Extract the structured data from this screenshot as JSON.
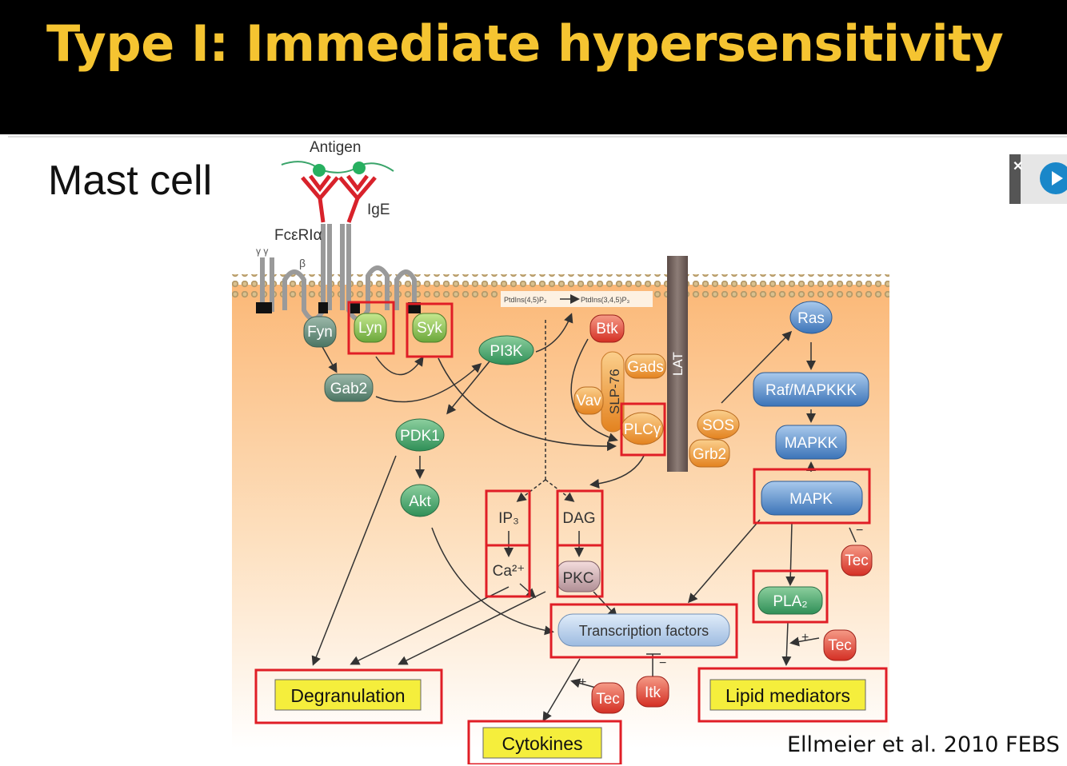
{
  "title": "Type I: Immediate hypersensitivity",
  "subtitle": "Mast cell",
  "citation": "Ellmeier et al. 2010 FEBS",
  "colors": {
    "title": "#f5c431",
    "box_highlight": "#e01e26",
    "cell_fill": "#fbc58a",
    "outcome_fill": "#f5ee3c"
  },
  "diagram": {
    "antigen": "Antigen",
    "ige": "IgE",
    "receptor": "FcεRIα",
    "beta": "β",
    "gamma": "γ γ",
    "lipid1": "PtdIns(4,5)P₂",
    "lipid2": "PtdIns(3,4,5)P₃",
    "lat": "LAT",
    "slp76": "SLP-76",
    "nodes": {
      "fyn": "Fyn",
      "lyn": "Lyn",
      "syk": "Syk",
      "gab2": "Gab2",
      "pi3k": "PI3K",
      "pdk1": "PDK1",
      "akt": "Akt",
      "btk": "Btk",
      "gads": "Gads",
      "vav": "Vav",
      "plc": "PLCγ",
      "sos": "SOS",
      "grb2": "Grb2",
      "ras": "Ras",
      "raf": "Raf/MAPKKK",
      "mapkk": "MAPKK",
      "mapk": "MAPK",
      "ip3": "IP₃",
      "ca": "Ca²⁺",
      "dag": "DAG",
      "pkc": "PKC",
      "tf": "Transcription factors",
      "pla2": "PLA₂",
      "tec1": "Tec",
      "tec2": "Tec",
      "tec3": "Tec",
      "itk": "Itk"
    },
    "outcomes": {
      "degranulation": "Degranulation",
      "cytokines": "Cytokines",
      "lipid": "Lipid mediators"
    },
    "signs": {
      "minus1": "−",
      "minus2": "−",
      "plus1": "+",
      "plus2": "+"
    }
  }
}
